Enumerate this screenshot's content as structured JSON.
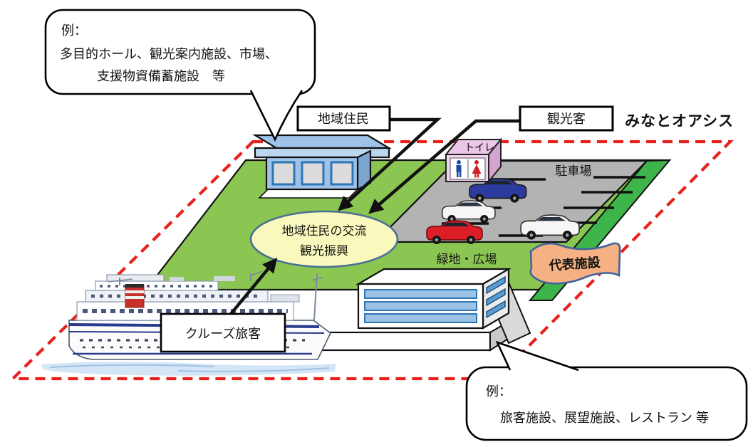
{
  "title": "みなとオアシス",
  "callouts": {
    "top": {
      "l1": "例：",
      "l2": "多目的ホール、観光案内施設、市場、",
      "l3": "支援物資備蓄施設　等"
    },
    "bottom": {
      "l1": "例：",
      "l2": "旅客施設、展望施設、レストラン 等"
    }
  },
  "boxes": {
    "residents": "地域住民",
    "tourists": "観光客",
    "cruise": "クルーズ旅客"
  },
  "goal": {
    "l1": "地域住民の交流",
    "l2": "観光振興"
  },
  "areas": {
    "toilet": "トイレ",
    "parking": "駐車場",
    "green": "緑地・広場",
    "banner": "代表施設"
  },
  "colors": {
    "boundary_red": "#e8211d",
    "title_red": "#e8211d",
    "banner_text_red": "#e8211d",
    "grass_green": "#8bc653",
    "edge_green": "#3eb54b",
    "parking_gray": "#b3b3b3",
    "ellipse_fill": "#f9f9bd",
    "ellipse_stroke": "#4a6e96",
    "banner_orange": "#f5b183",
    "toilet_pink": "#f3d3ef",
    "building_blue": "#9fc3e8",
    "window_blue": "#9cc2e5"
  }
}
